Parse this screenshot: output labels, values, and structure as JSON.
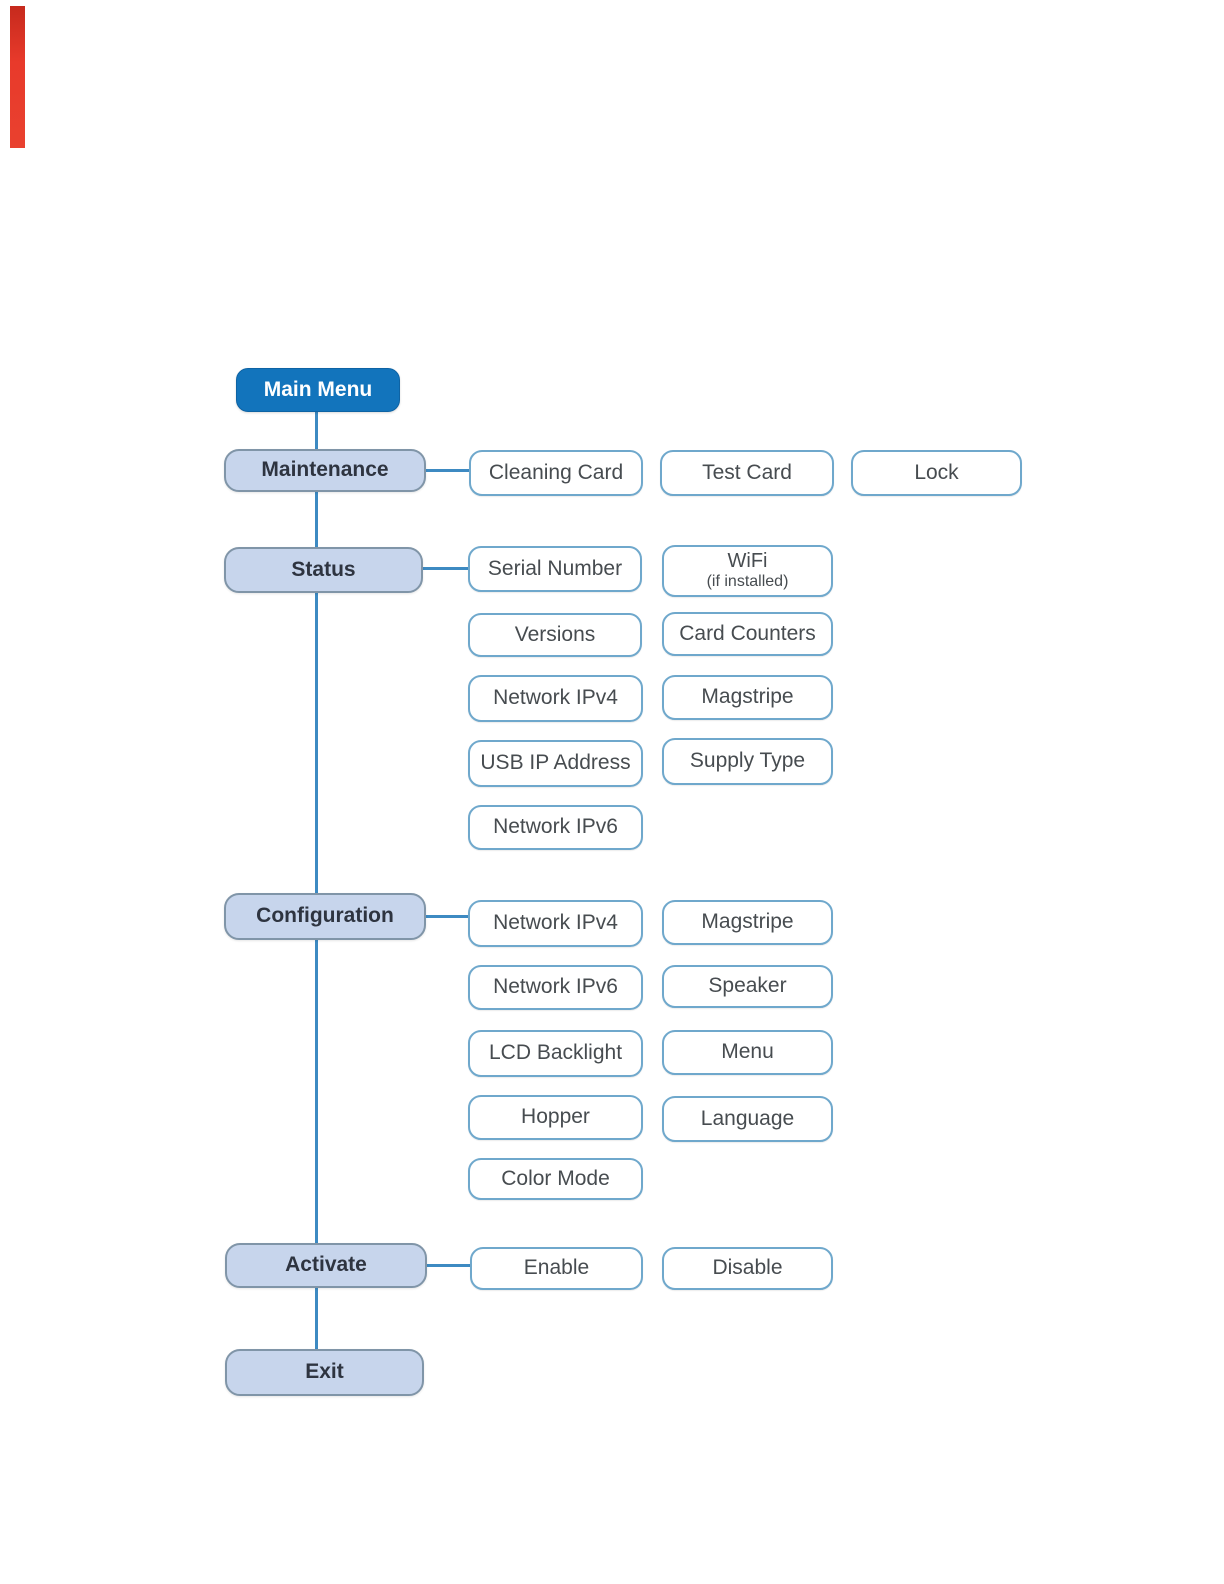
{
  "figure": {
    "description": "Printer LCD menu tree diagram",
    "root": {
      "label": "Main Menu"
    },
    "sections": [
      {
        "label": "Maintenance",
        "items": [
          {
            "label": "Cleaning Card"
          },
          {
            "label": "Test Card"
          },
          {
            "label": "Lock"
          }
        ]
      },
      {
        "label": "Status",
        "items": [
          {
            "label": "Serial Number"
          },
          {
            "label": "WiFi",
            "note": "(if installed)"
          },
          {
            "label": "Versions"
          },
          {
            "label": "Card Counters"
          },
          {
            "label": "Network IPv4"
          },
          {
            "label": "Magstripe"
          },
          {
            "label": "USB IP Address"
          },
          {
            "label": "Supply Type"
          },
          {
            "label": "Network IPv6"
          }
        ]
      },
      {
        "label": "Configuration",
        "items": [
          {
            "label": "Network IPv4"
          },
          {
            "label": "Magstripe"
          },
          {
            "label": "Network IPv6"
          },
          {
            "label": "Speaker"
          },
          {
            "label": "LCD Backlight"
          },
          {
            "label": "Menu"
          },
          {
            "label": "Hopper"
          },
          {
            "label": "Language"
          },
          {
            "label": "Color Mode"
          }
        ]
      },
      {
        "label": "Activate",
        "items": [
          {
            "label": "Enable"
          },
          {
            "label": "Disable"
          }
        ]
      },
      {
        "label": "Exit",
        "items": []
      }
    ],
    "colors": {
      "root_fill": "#1274bc",
      "root_text": "#ffffff",
      "category_fill": "#c7d5ec",
      "category_border": "#8095a8",
      "category_text": "#2e3440",
      "leaf_fill": "#ffffff",
      "leaf_border": "#6fa8cc",
      "leaf_text": "#474c50",
      "connector": "#3d8ac2",
      "page_edge_mark": "#e83a2b"
    }
  }
}
